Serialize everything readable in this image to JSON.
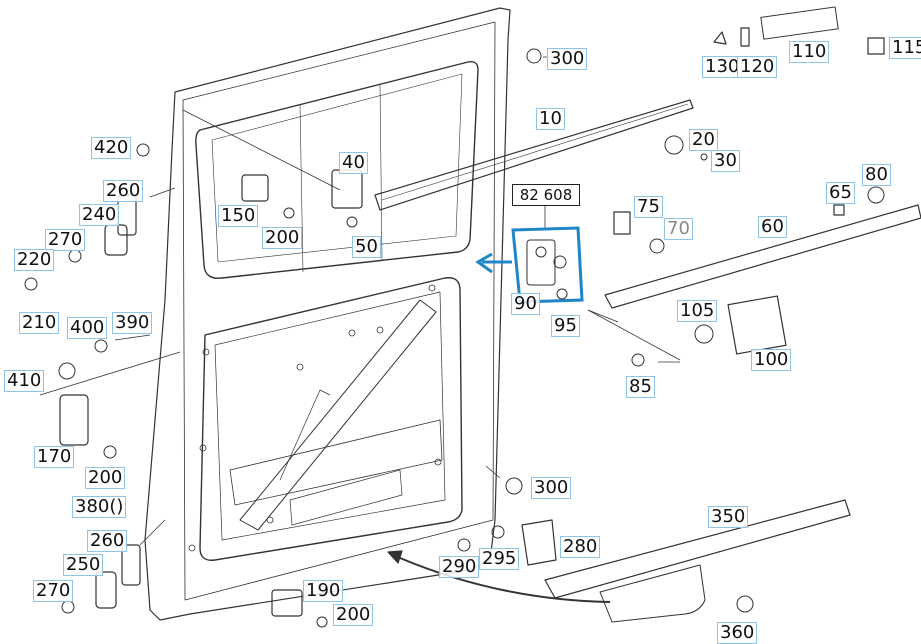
{
  "group_label": "82 608",
  "colors": {
    "highlight": "#1f86c8",
    "callout_border": "#8fc4e8",
    "line": "#333333"
  },
  "callouts": [
    {
      "id": "c300a",
      "text": "300"
    },
    {
      "id": "c10",
      "text": "10"
    },
    {
      "id": "c130",
      "text": "130"
    },
    {
      "id": "c120",
      "text": "120"
    },
    {
      "id": "c110",
      "text": "110"
    },
    {
      "id": "c115",
      "text": "115"
    },
    {
      "id": "c20",
      "text": "20"
    },
    {
      "id": "c30",
      "text": "30"
    },
    {
      "id": "c420",
      "text": "420"
    },
    {
      "id": "c40",
      "text": "40"
    },
    {
      "id": "c80",
      "text": "80"
    },
    {
      "id": "c65",
      "text": "65"
    },
    {
      "id": "c260a",
      "text": "260"
    },
    {
      "id": "c75",
      "text": "75"
    },
    {
      "id": "c70",
      "text": "70"
    },
    {
      "id": "c60",
      "text": "60"
    },
    {
      "id": "c240",
      "text": "240"
    },
    {
      "id": "c150",
      "text": "150"
    },
    {
      "id": "c200a",
      "text": "200"
    },
    {
      "id": "c50",
      "text": "50"
    },
    {
      "id": "c270a",
      "text": "270"
    },
    {
      "id": "c220",
      "text": "220"
    },
    {
      "id": "c90",
      "text": "90"
    },
    {
      "id": "c95",
      "text": "95"
    },
    {
      "id": "c105",
      "text": "105"
    },
    {
      "id": "c210",
      "text": "210"
    },
    {
      "id": "c400",
      "text": "400"
    },
    {
      "id": "c390",
      "text": "390"
    },
    {
      "id": "c100",
      "text": "100"
    },
    {
      "id": "c410",
      "text": "410"
    },
    {
      "id": "c85",
      "text": "85"
    },
    {
      "id": "c170",
      "text": "170"
    },
    {
      "id": "c200b",
      "text": "200"
    },
    {
      "id": "c300b",
      "text": "300"
    },
    {
      "id": "c380",
      "text": "380()"
    },
    {
      "id": "c350",
      "text": "350"
    },
    {
      "id": "c260b",
      "text": "260"
    },
    {
      "id": "c280",
      "text": "280"
    },
    {
      "id": "c250",
      "text": "250"
    },
    {
      "id": "c290",
      "text": "290"
    },
    {
      "id": "c295",
      "text": "295"
    },
    {
      "id": "c270b",
      "text": "270"
    },
    {
      "id": "c190",
      "text": "190"
    },
    {
      "id": "c200c",
      "text": "200"
    },
    {
      "id": "c360",
      "text": "360"
    }
  ]
}
